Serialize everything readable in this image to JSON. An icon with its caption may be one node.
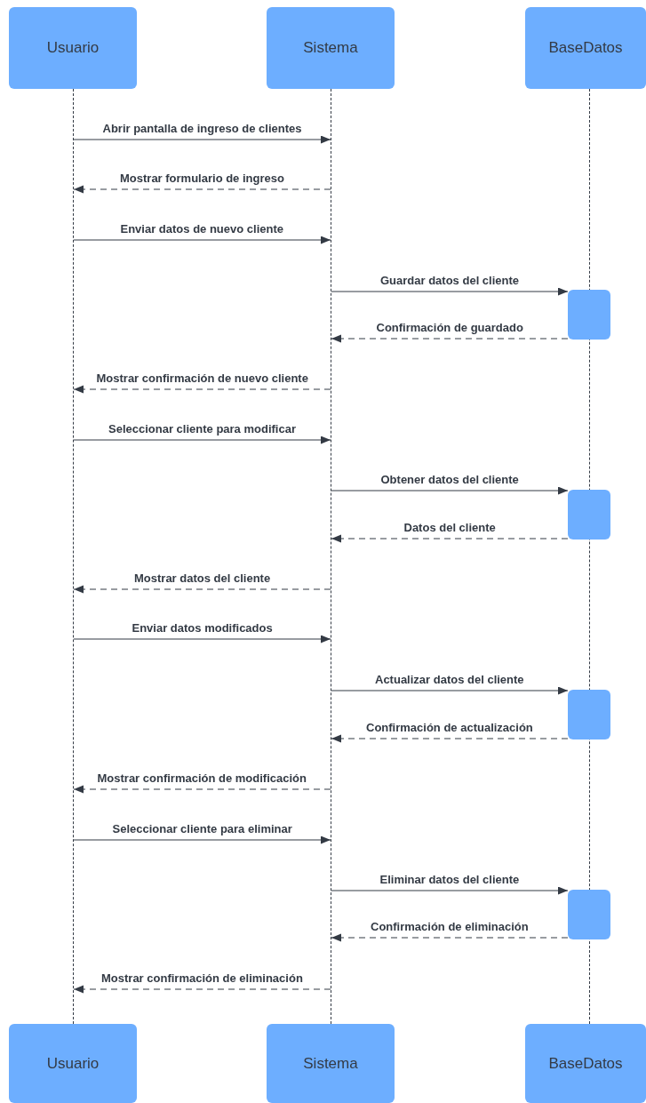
{
  "diagram": {
    "nodes": [
      {
        "text": [
          "Usuario"
        ]
      },
      {
        "text": [
          "Sistema"
        ]
      },
      {
        "text": [
          "BaseDatos"
        ]
      },
      {
        "text": [],
        "shape": "line"
      },
      {
        "text": [],
        "shape": "line"
      },
      {
        "text": [],
        "shape": "line"
      },
      {
        "text": [],
        "shape": "box"
      },
      {
        "text": [],
        "shape": "box"
      },
      {
        "text": [],
        "shape": "box"
      },
      {
        "text": [],
        "shape": "box"
      },
      {
        "text": [
          "Usuario"
        ]
      },
      {
        "text": [
          "Sistema"
        ]
      },
      {
        "text": [
          "BaseDatos"
        ]
      }
    ],
    "edges": [
      {
        "from": 3,
        "to": 4,
        "arrow": "to",
        "label": "Abrir pantalla de ingreso de clientes"
      },
      {
        "from": 4,
        "to": 3,
        "arrow": "to",
        "label": "Mostrar formulario de ingreso",
        "style": "dashed"
      },
      {
        "from": 3,
        "to": 4,
        "arrow": "to",
        "label": "Enviar datos de nuevo cliente"
      },
      {
        "from": 4,
        "to": 6,
        "arrow": "to",
        "label": "Guardar datos del cliente"
      },
      {
        "from": 6,
        "to": 4,
        "arrow": "to",
        "label": "Confirmación de guardado",
        "style": "dashed"
      },
      {
        "from": 4,
        "to": 3,
        "arrow": "to",
        "label": "Mostrar confirmación de nuevo cliente",
        "style": "dashed"
      },
      {
        "from": 3,
        "to": 4,
        "arrow": "to",
        "label": "Seleccionar cliente para modificar"
      },
      {
        "from": 4,
        "to": 7,
        "arrow": "to",
        "label": "Obtener datos del cliente"
      },
      {
        "from": 7,
        "to": 4,
        "arrow": "to",
        "label": "Datos del cliente",
        "style": "dashed"
      },
      {
        "from": 4,
        "to": 3,
        "arrow": "to",
        "label": "Mostrar datos del cliente",
        "style": "dashed"
      },
      {
        "from": 3,
        "to": 4,
        "arrow": "to",
        "label": "Enviar datos modificados"
      },
      {
        "from": 4,
        "to": 8,
        "arrow": "to",
        "label": "Actualizar datos del cliente"
      },
      {
        "from": 8,
        "to": 4,
        "arrow": "to",
        "label": "Confirmación de actualización",
        "style": "dashed"
      },
      {
        "from": 4,
        "to": 3,
        "arrow": "to",
        "label": "Mostrar confirmación de modificación",
        "style": "dashed"
      },
      {
        "from": 3,
        "to": 4,
        "arrow": "to",
        "label": "Seleccionar cliente para eliminar"
      },
      {
        "from": 4,
        "to": 9,
        "arrow": "to",
        "label": "Eliminar datos del cliente"
      },
      {
        "from": 9,
        "to": 4,
        "arrow": "to",
        "label": "Confirmación de eliminación",
        "style": "dashed"
      },
      {
        "from": 4,
        "to": 3,
        "arrow": "to",
        "label": "Mostrar confirmación de eliminación",
        "style": "dashed"
      }
    ]
  }
}
